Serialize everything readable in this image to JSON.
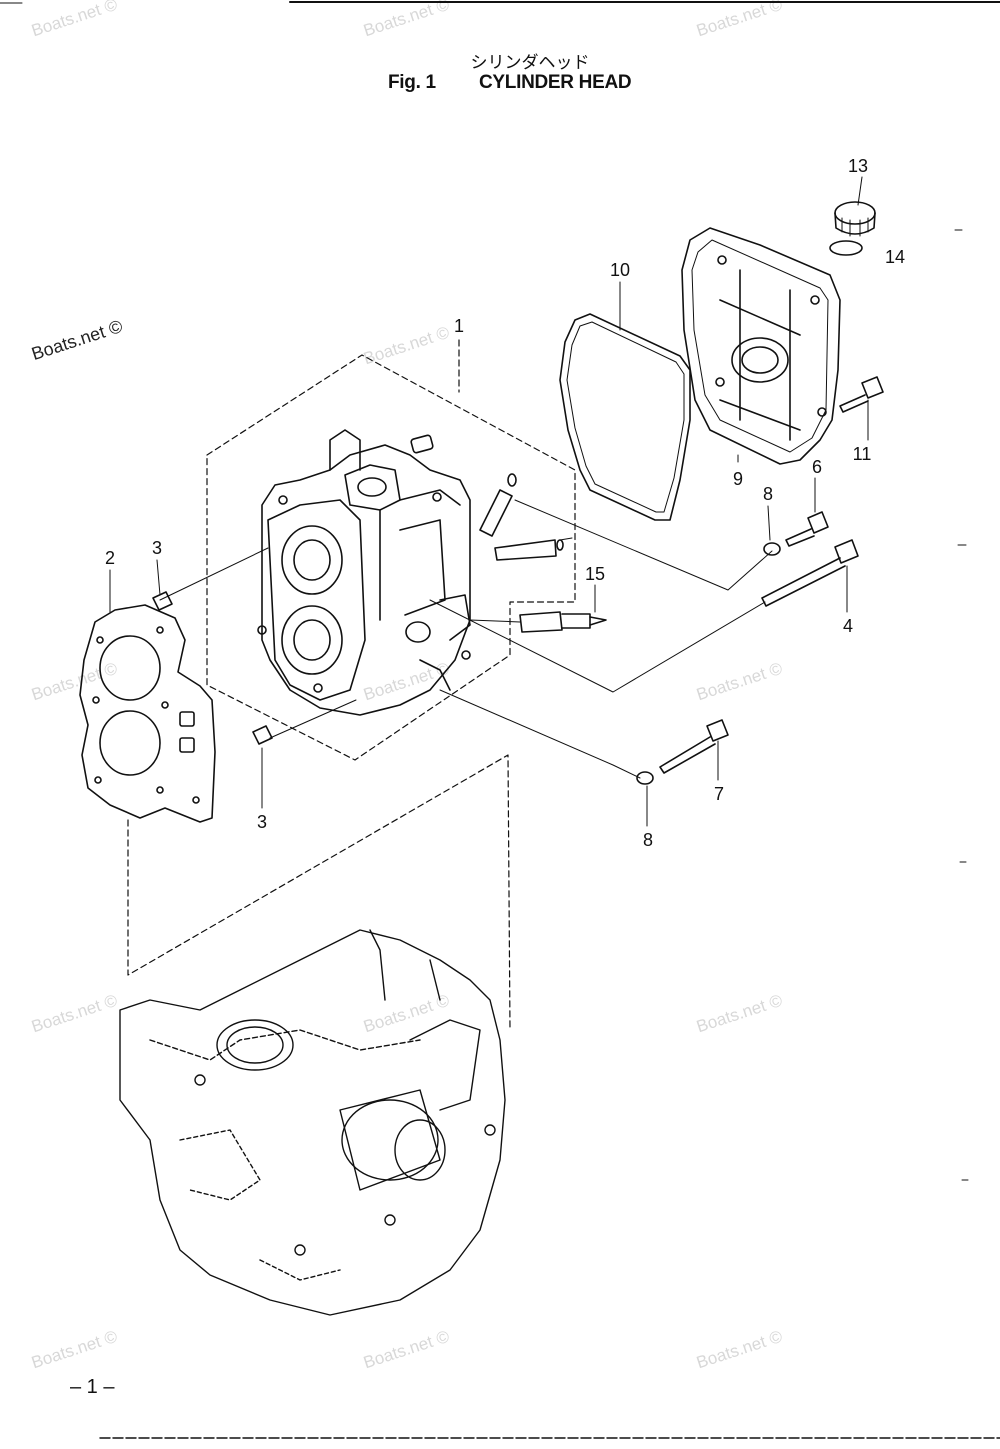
{
  "header": {
    "title_jp": "シリンダヘッド",
    "fig_label": "Fig. 1",
    "title": "CYLINDER HEAD"
  },
  "watermarks": {
    "primary": "Boats.net ©",
    "faint": "Boats.net ©"
  },
  "callouts": {
    "c1": "1",
    "c2": "2",
    "c3a": "3",
    "c3b": "3",
    "c4": "4",
    "c6": "6",
    "c7": "7",
    "c8a": "8",
    "c8b": "8",
    "c9": "9",
    "c10": "10",
    "c11": "11",
    "c13": "13",
    "c14": "14",
    "c15": "15"
  },
  "footer": {
    "page_number": "– 1 –"
  }
}
